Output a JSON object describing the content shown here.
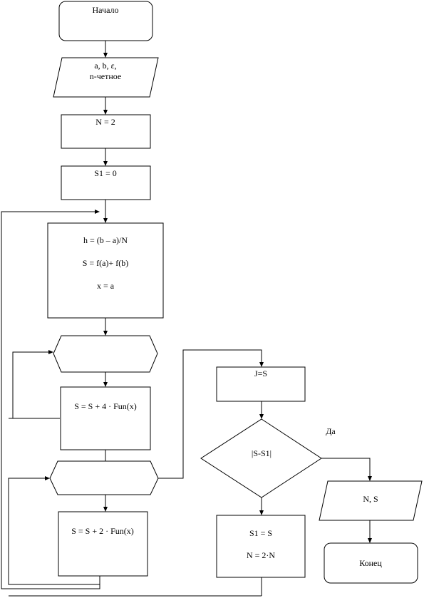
{
  "flowchart": {
    "start": "Начало",
    "input": {
      "line1": "a, b, ε,",
      "line2": "n-четное"
    },
    "init_n": "N = 2",
    "init_s1": "S1 = 0",
    "calc": {
      "line1": "h = (b – a)/N",
      "line2": "S = f(a)+ f(b)",
      "line3": "x = a"
    },
    "loop1_body": "S = S + 4 · Fun(x)",
    "loop2_body": "S = S + 2 · Fun(x)",
    "assign_j": "J=S",
    "condition": "|S-S1|",
    "yes_label": "Да",
    "output": "N, S",
    "end": "Конец",
    "update": {
      "line1": "S1 = S",
      "line2": "N = 2·N"
    }
  }
}
